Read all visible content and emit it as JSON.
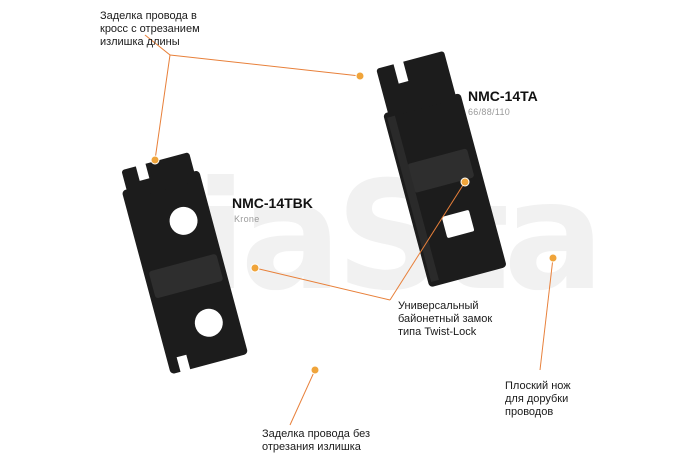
{
  "watermark": "iaSta",
  "colors": {
    "callout_line": "#e8803a",
    "callout_dot": "#f0a43a",
    "tool_body": "#1c1c1c",
    "tool_highlight": "#3a3a3a",
    "background": "#ffffff"
  },
  "tools": [
    {
      "name": "NMC-14TA",
      "subtitle": "66/88/110"
    },
    {
      "name": "NMC-14TBK",
      "subtitle": "Krone"
    }
  ],
  "callouts": {
    "top_left": "Заделка провода в\nкросс с отрезанием\nизлишка длины",
    "bayonet": "Универсальный\nбайонетный замок\nтипа Twist-Lock",
    "bottom": "Заделка провода без\nотрезания излишка",
    "blade": "Плоский нож\nдля дорубки\nпроводов"
  }
}
